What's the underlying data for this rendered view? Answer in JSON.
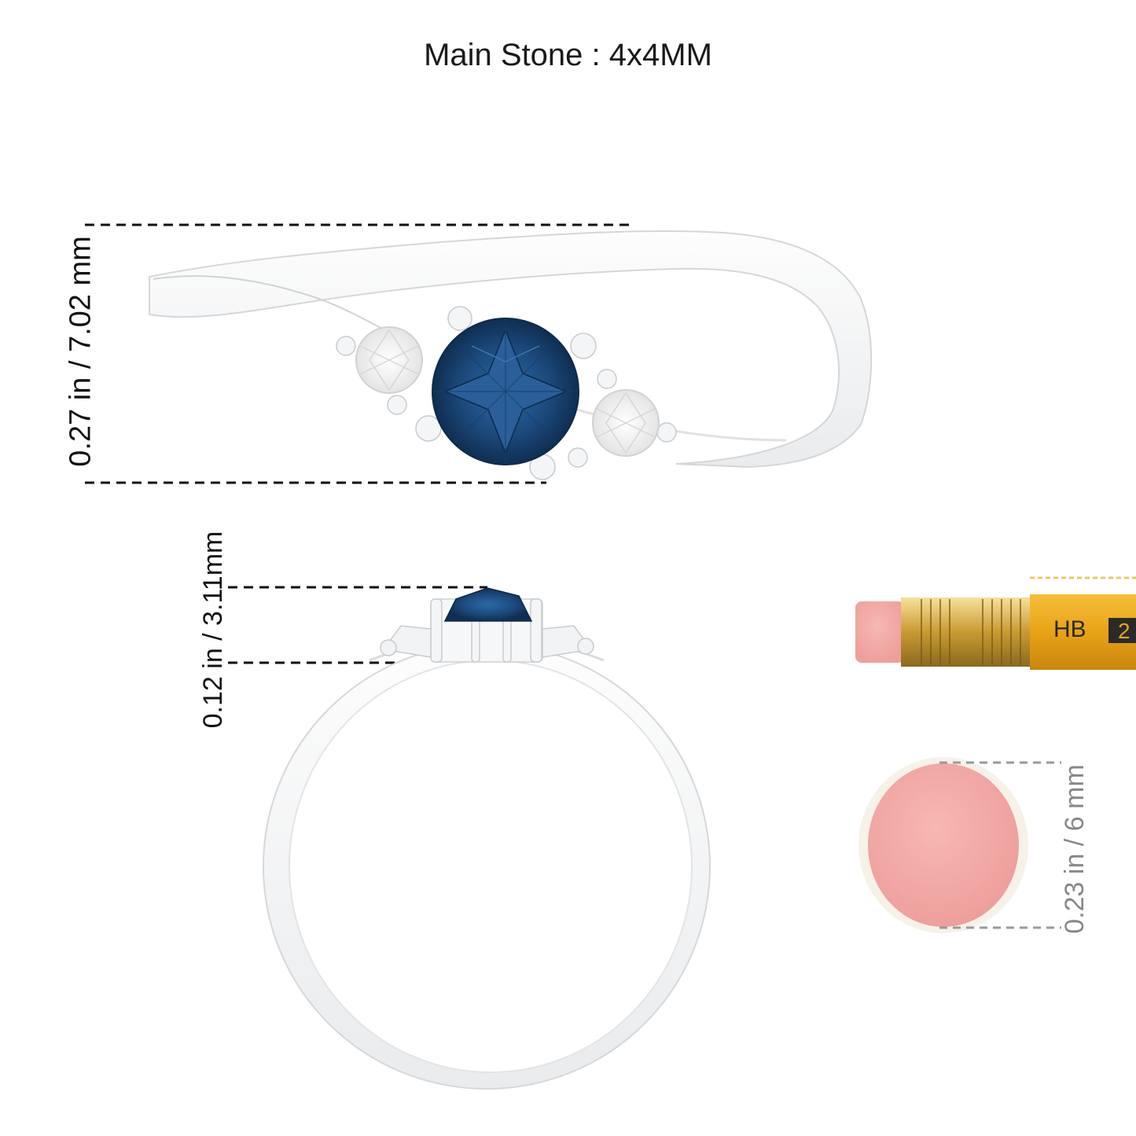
{
  "title": "Main Stone : 4x4MM",
  "dimensions": {
    "ring_height": "0.27 in / 7.02 mm",
    "stone_height": "0.12 in / 3.11mm",
    "eraser_diameter": "0.23 in / 6 mm"
  },
  "pencil": {
    "grade_text": "HB",
    "number_text": "2"
  },
  "colors": {
    "metal": "#f2f3f4",
    "metal_edge": "#d8dadd",
    "main_stone": "#1d4a78",
    "side_stone": "#fbfbfb",
    "pencil_body": "#e8a317",
    "ferrule": "#c9a23a",
    "eraser": "#f2aaa8"
  }
}
